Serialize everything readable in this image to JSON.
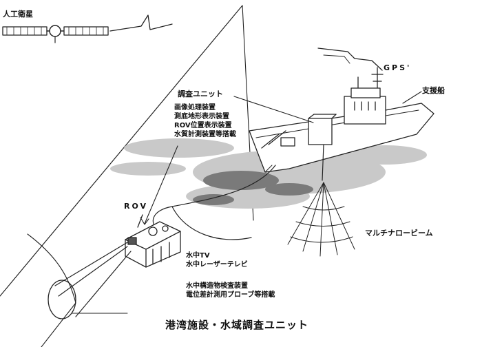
{
  "labels": {
    "satellite": "人工衛星",
    "gps": "GPS'",
    "support_ship": "支援船",
    "survey_unit": "調査ユニット",
    "rov": "ROV",
    "multibeam": "マルチナロービーム",
    "title": "港湾施設・水域調査ユニット"
  },
  "survey_unit_items": [
    "画像処理装置",
    "測底地形表示装置",
    "ROV位置表示装置",
    "水質計測装置等搭載"
  ],
  "rov_items_a": [
    "水中TV",
    "水中レーザーテレビ"
  ],
  "rov_items_b": [
    "水中構造物検査装置",
    "電位差計測用プローブ等搭載"
  ]
}
